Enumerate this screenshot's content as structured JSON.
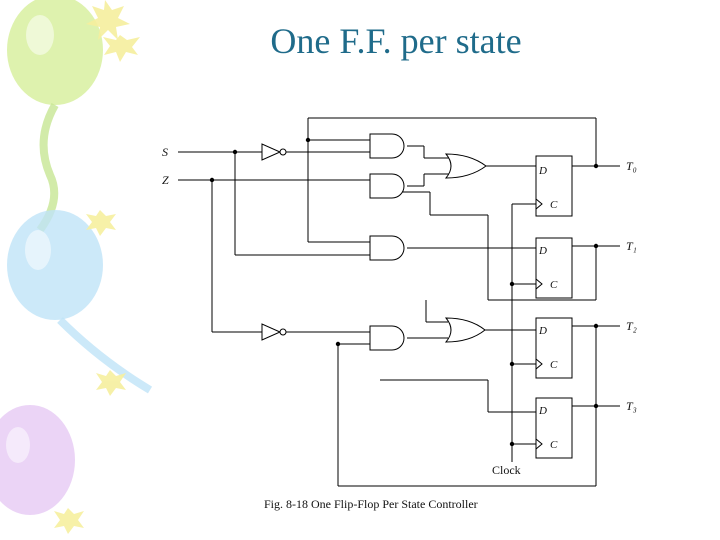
{
  "title": "One F.F. per state",
  "inputs": {
    "s": "S",
    "z": "Z"
  },
  "flipflop_pins": {
    "d": "D",
    "c": "C"
  },
  "outputs": {
    "t0": "T₀",
    "t1": "T₁",
    "t2": "T₂",
    "t3": "T₃"
  },
  "clock_label": "Clock",
  "caption": "Fig. 8-18  One Flip-Flop Per State Controller",
  "colors": {
    "title": "#1f6b8a",
    "balloon_green": "#d6ef9a",
    "balloon_blue": "#bfe3f7",
    "balloon_purple": "#e7cdf4",
    "star_yellow": "#f6ef9e"
  }
}
